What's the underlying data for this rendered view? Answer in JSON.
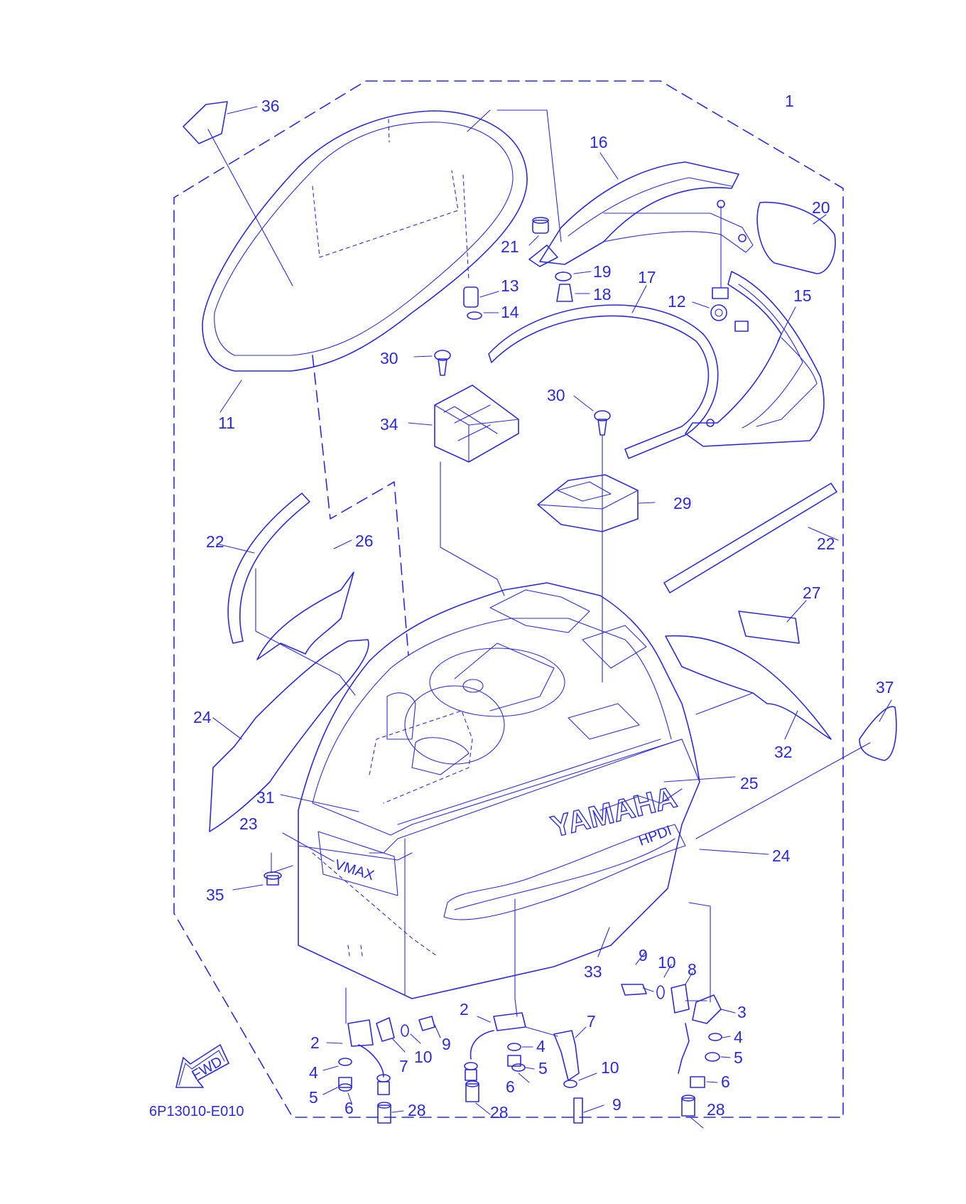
{
  "diagram_code": "6P13010-E010",
  "fwd_label": "FWD",
  "brand_text": "YAMAHA",
  "badge_text": "VMAX",
  "hpdi_text": "HPDI",
  "line_color": "#2b2bd9",
  "callouts": [
    {
      "id": "c1",
      "text": "1"
    },
    {
      "id": "c36",
      "text": "36"
    },
    {
      "id": "c16",
      "text": "16"
    },
    {
      "id": "c20",
      "text": "20"
    },
    {
      "id": "c21",
      "text": "21"
    },
    {
      "id": "c19",
      "text": "19"
    },
    {
      "id": "c18",
      "text": "18"
    },
    {
      "id": "c13",
      "text": "13"
    },
    {
      "id": "c14",
      "text": "14"
    },
    {
      "id": "c17",
      "text": "17"
    },
    {
      "id": "c12",
      "text": "12"
    },
    {
      "id": "c15",
      "text": "15"
    },
    {
      "id": "c11",
      "text": "11"
    },
    {
      "id": "c30a",
      "text": "30"
    },
    {
      "id": "c34",
      "text": "34"
    },
    {
      "id": "c30b",
      "text": "30"
    },
    {
      "id": "c29",
      "text": "29"
    },
    {
      "id": "c22a",
      "text": "22"
    },
    {
      "id": "c26",
      "text": "26"
    },
    {
      "id": "c22b",
      "text": "22"
    },
    {
      "id": "c27",
      "text": "27"
    },
    {
      "id": "c37",
      "text": "37"
    },
    {
      "id": "c24a",
      "text": "24"
    },
    {
      "id": "c32",
      "text": "32"
    },
    {
      "id": "c25",
      "text": "25"
    },
    {
      "id": "c31",
      "text": "31"
    },
    {
      "id": "c23",
      "text": "23"
    },
    {
      "id": "c24b",
      "text": "24"
    },
    {
      "id": "c35",
      "text": "35"
    },
    {
      "id": "c9a",
      "text": "9"
    },
    {
      "id": "c10a",
      "text": "10"
    },
    {
      "id": "c8",
      "text": "8"
    },
    {
      "id": "c33",
      "text": "33"
    },
    {
      "id": "c3",
      "text": "3"
    },
    {
      "id": "c4c",
      "text": "4"
    },
    {
      "id": "c5c",
      "text": "5"
    },
    {
      "id": "c6c",
      "text": "6"
    },
    {
      "id": "c28c",
      "text": "28"
    },
    {
      "id": "c2b",
      "text": "2"
    },
    {
      "id": "c7b",
      "text": "7"
    },
    {
      "id": "c4b",
      "text": "4"
    },
    {
      "id": "c5b",
      "text": "5"
    },
    {
      "id": "c6b",
      "text": "6"
    },
    {
      "id": "c10c",
      "text": "10"
    },
    {
      "id": "c9c",
      "text": "9"
    },
    {
      "id": "c28b",
      "text": "28"
    },
    {
      "id": "c2a",
      "text": "2"
    },
    {
      "id": "c9b",
      "text": "9"
    },
    {
      "id": "c10b",
      "text": "10"
    },
    {
      "id": "c7a",
      "text": "7"
    },
    {
      "id": "c4a",
      "text": "4"
    },
    {
      "id": "c5a",
      "text": "5"
    },
    {
      "id": "c6a",
      "text": "6"
    },
    {
      "id": "c28a",
      "text": "28"
    }
  ]
}
